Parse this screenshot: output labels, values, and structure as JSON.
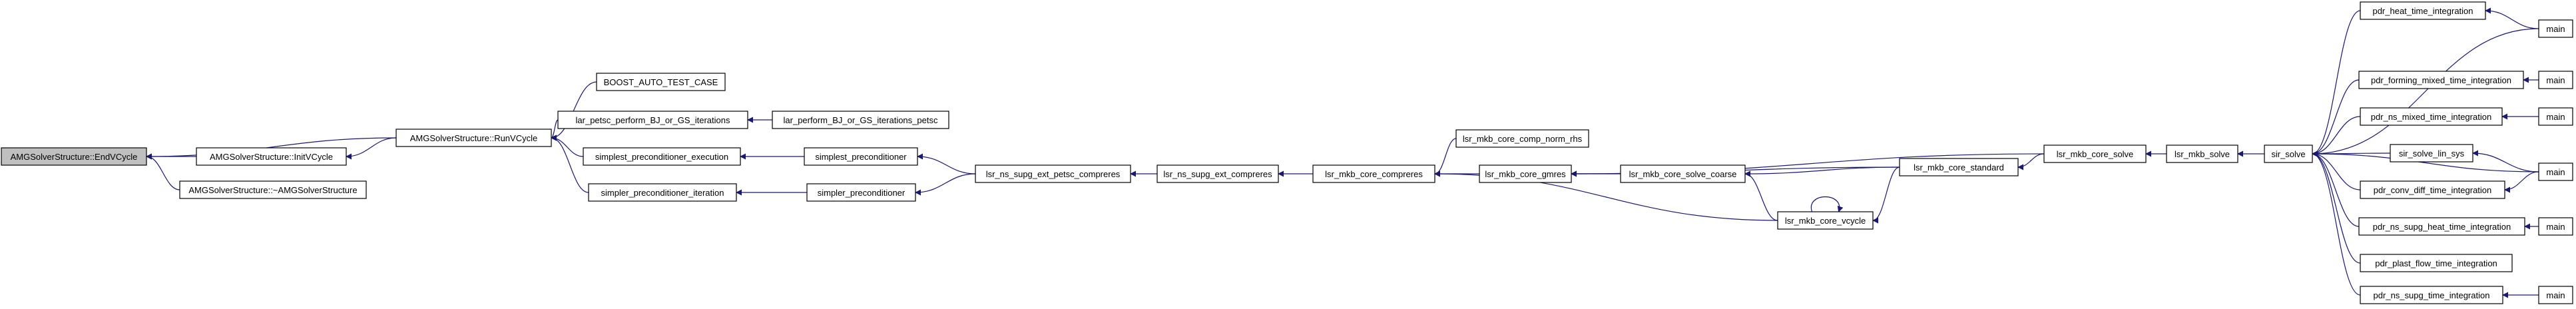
{
  "graph": {
    "nodes": [
      {
        "id": "endvcycle",
        "label": "AMGSolverStructure::EndVCycle",
        "current": true
      },
      {
        "id": "initvcycle",
        "label": "AMGSolverStructure::InitVCycle"
      },
      {
        "id": "destructor",
        "label": "AMGSolverStructure::~AMGSolverStructure"
      },
      {
        "id": "runvcycle",
        "label": "AMGSolverStructure::RunVCycle"
      },
      {
        "id": "boost",
        "label": "BOOST_AUTO_TEST_CASE"
      },
      {
        "id": "lar_petsc",
        "label": "lar_petsc_perform_BJ_or_GS_iterations"
      },
      {
        "id": "lar_perform",
        "label": "lar_perform_BJ_or_GS_iterations_petsc"
      },
      {
        "id": "simplest_exec",
        "label": "simplest_preconditioner_execution"
      },
      {
        "id": "simplest_prec",
        "label": "simplest_preconditioner"
      },
      {
        "id": "simpler_iter",
        "label": "simpler_preconditioner_iteration"
      },
      {
        "id": "simpler_prec",
        "label": "simpler_preconditioner"
      },
      {
        "id": "ext_petsc",
        "label": "lsr_ns_supg_ext_petsc_compreres"
      },
      {
        "id": "ext_compreres",
        "label": "lsr_ns_supg_ext_compreres"
      },
      {
        "id": "core_compreres",
        "label": "lsr_mkb_core_compreres"
      },
      {
        "id": "comp_norm",
        "label": "lsr_mkb_core_comp_norm_rhs"
      },
      {
        "id": "gmres",
        "label": "lsr_mkb_core_gmres"
      },
      {
        "id": "solve_coarse",
        "label": "lsr_mkb_core_solve_coarse"
      },
      {
        "id": "vcycle",
        "label": "lsr_mkb_core_vcycle"
      },
      {
        "id": "standard",
        "label": "lsr_mkb_core_standard"
      },
      {
        "id": "core_solve",
        "label": "lsr_mkb_core_solve"
      },
      {
        "id": "mkb_solve",
        "label": "lsr_mkb_solve"
      },
      {
        "id": "sir_solve",
        "label": "sir_solve"
      },
      {
        "id": "heat_time",
        "label": "pdr_heat_time_integration"
      },
      {
        "id": "forming",
        "label": "pdr_forming_mixed_time_integration"
      },
      {
        "id": "ns_mixed",
        "label": "pdr_ns_mixed_time_integration"
      },
      {
        "id": "lin_sys",
        "label": "sir_solve_lin_sys"
      },
      {
        "id": "conv_diff",
        "label": "pdr_conv_diff_time_integration"
      },
      {
        "id": "ns_supg_heat",
        "label": "pdr_ns_supg_heat_time_integration"
      },
      {
        "id": "plast",
        "label": "pdr_plast_flow_time_integration"
      },
      {
        "id": "ns_supg_time",
        "label": "pdr_ns_supg_time_integration"
      },
      {
        "id": "main1",
        "label": "main"
      },
      {
        "id": "main2",
        "label": "main"
      },
      {
        "id": "main3",
        "label": "main"
      },
      {
        "id": "main4",
        "label": "main"
      },
      {
        "id": "main5",
        "label": "main"
      },
      {
        "id": "main6",
        "label": "main"
      }
    ],
    "edges": [
      [
        "initvcycle",
        "endvcycle"
      ],
      [
        "destructor",
        "endvcycle"
      ],
      [
        "runvcycle",
        "endvcycle"
      ],
      [
        "runvcycle",
        "initvcycle"
      ],
      [
        "boost",
        "runvcycle"
      ],
      [
        "lar_petsc",
        "runvcycle"
      ],
      [
        "simplest_exec",
        "runvcycle"
      ],
      [
        "simpler_iter",
        "runvcycle"
      ],
      [
        "lar_perform",
        "lar_petsc"
      ],
      [
        "simplest_prec",
        "simplest_exec"
      ],
      [
        "simpler_prec",
        "simpler_iter"
      ],
      [
        "ext_petsc",
        "simplest_prec"
      ],
      [
        "ext_petsc",
        "simpler_prec"
      ],
      [
        "ext_compreres",
        "ext_petsc"
      ],
      [
        "core_compreres",
        "ext_compreres"
      ],
      [
        "comp_norm",
        "core_compreres"
      ],
      [
        "gmres",
        "core_compreres"
      ],
      [
        "vcycle",
        "core_compreres"
      ],
      [
        "solve_coarse",
        "gmres"
      ],
      [
        "standard",
        "gmres"
      ],
      [
        "core_solve",
        "gmres"
      ],
      [
        "standard",
        "solve_coarse"
      ],
      [
        "vcycle",
        "solve_coarse"
      ],
      [
        "vcycle",
        "vcycle"
      ],
      [
        "standard",
        "vcycle"
      ],
      [
        "core_solve",
        "standard"
      ],
      [
        "mkb_solve",
        "core_solve"
      ],
      [
        "sir_solve",
        "mkb_solve"
      ],
      [
        "heat_time",
        "sir_solve"
      ],
      [
        "forming",
        "sir_solve"
      ],
      [
        "ns_mixed",
        "sir_solve"
      ],
      [
        "lin_sys",
        "sir_solve"
      ],
      [
        "conv_diff",
        "sir_solve"
      ],
      [
        "ns_supg_heat",
        "sir_solve"
      ],
      [
        "plast",
        "sir_solve"
      ],
      [
        "ns_supg_time",
        "sir_solve"
      ],
      [
        "main1",
        "sir_solve"
      ],
      [
        "main4",
        "sir_solve"
      ],
      [
        "main1",
        "heat_time"
      ],
      [
        "main2",
        "forming"
      ],
      [
        "main3",
        "ns_mixed"
      ],
      [
        "main4",
        "lin_sys"
      ],
      [
        "main4",
        "conv_diff"
      ],
      [
        "main5",
        "ns_supg_heat"
      ],
      [
        "main6",
        "ns_supg_time"
      ]
    ]
  }
}
